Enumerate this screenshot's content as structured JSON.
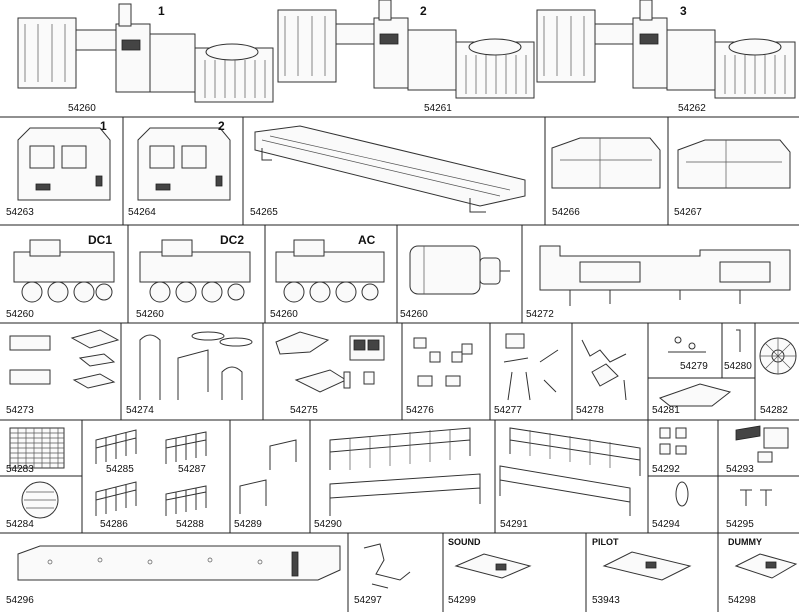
{
  "parts": [
    {
      "id": "p54260a",
      "number": "54260",
      "variant": "1"
    },
    {
      "id": "p54261",
      "number": "54261",
      "variant": "2"
    },
    {
      "id": "p54262",
      "number": "54262",
      "variant": "3"
    },
    {
      "id": "p54263",
      "number": "54263",
      "variant": "1"
    },
    {
      "id": "p54264",
      "number": "54264",
      "variant": "2"
    },
    {
      "id": "p54265",
      "number": "54265",
      "variant": ""
    },
    {
      "id": "p54266",
      "number": "54266",
      "variant": ""
    },
    {
      "id": "p54267",
      "number": "54267",
      "variant": ""
    },
    {
      "id": "p54260b",
      "number": "54260",
      "variant": "DC1"
    },
    {
      "id": "p54260c",
      "number": "54260",
      "variant": "DC2"
    },
    {
      "id": "p54260d",
      "number": "54260",
      "variant": "AC"
    },
    {
      "id": "p54260e",
      "number": "54260",
      "variant": ""
    },
    {
      "id": "p54272",
      "number": "54272",
      "variant": ""
    },
    {
      "id": "p54273",
      "number": "54273",
      "variant": ""
    },
    {
      "id": "p54274",
      "number": "54274",
      "variant": ""
    },
    {
      "id": "p54275",
      "number": "54275",
      "variant": ""
    },
    {
      "id": "p54276",
      "number": "54276",
      "variant": ""
    },
    {
      "id": "p54277",
      "number": "54277",
      "variant": ""
    },
    {
      "id": "p54278",
      "number": "54278",
      "variant": ""
    },
    {
      "id": "p54279",
      "number": "54279",
      "variant": ""
    },
    {
      "id": "p54280",
      "number": "54280",
      "variant": ""
    },
    {
      "id": "p54281",
      "number": "54281",
      "variant": ""
    },
    {
      "id": "p54282",
      "number": "54282",
      "variant": ""
    },
    {
      "id": "p54283",
      "number": "54283",
      "variant": ""
    },
    {
      "id": "p54284",
      "number": "54284",
      "variant": ""
    },
    {
      "id": "p54285",
      "number": "54285",
      "variant": ""
    },
    {
      "id": "p54286",
      "number": "54286",
      "variant": ""
    },
    {
      "id": "p54287",
      "number": "54287",
      "variant": ""
    },
    {
      "id": "p54288",
      "number": "54288",
      "variant": ""
    },
    {
      "id": "p54289",
      "number": "54289",
      "variant": ""
    },
    {
      "id": "p54290",
      "number": "54290",
      "variant": ""
    },
    {
      "id": "p54291",
      "number": "54291",
      "variant": ""
    },
    {
      "id": "p54292",
      "number": "54292",
      "variant": ""
    },
    {
      "id": "p54293",
      "number": "54293",
      "variant": ""
    },
    {
      "id": "p54294",
      "number": "54294",
      "variant": ""
    },
    {
      "id": "p54295",
      "number": "54295",
      "variant": ""
    },
    {
      "id": "p54296",
      "number": "54296",
      "variant": ""
    },
    {
      "id": "p54297",
      "number": "54297",
      "variant": ""
    },
    {
      "id": "p54299",
      "number": "54299",
      "variant": "SOUND"
    },
    {
      "id": "p53943",
      "number": "53943",
      "variant": "PILOT"
    },
    {
      "id": "p54298",
      "number": "54298",
      "variant": "DUMMY"
    }
  ]
}
